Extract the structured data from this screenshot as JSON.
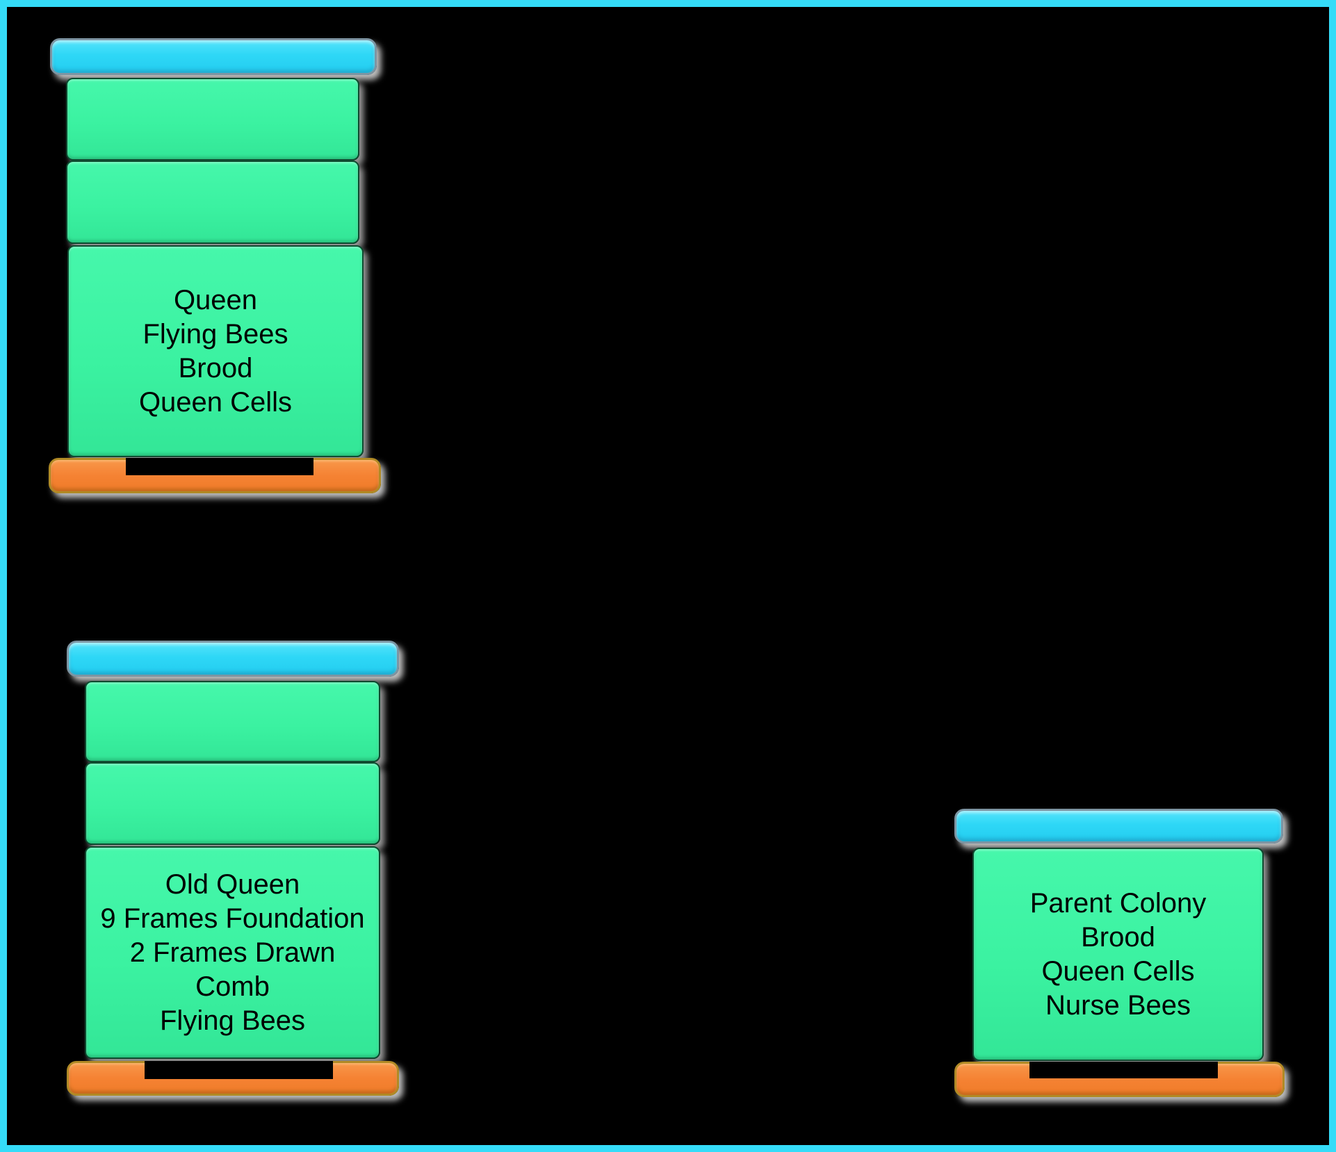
{
  "canvas": {
    "background": "#000000",
    "frame_color": "#35dcf8"
  },
  "colors": {
    "canvas_bg": "#000000",
    "frame": "#35dcf8",
    "lid": "#2ed7f6",
    "lid_border": "#7d95a3",
    "box": "#3bf2a1",
    "box_border": "#0d4a2f",
    "base": "#f58233",
    "base_border": "#b08a25",
    "entrance": "#000000",
    "label": "#000000"
  },
  "hives": [
    {
      "id": "hive-top-left",
      "empty_supers": 2,
      "label_lines": [
        "Queen",
        "Flying Bees",
        "Brood",
        "Queen Cells"
      ]
    },
    {
      "id": "hive-bottom-left",
      "empty_supers": 2,
      "label_lines": [
        "Old Queen",
        "9 Frames Foundation",
        "2 Frames Drawn",
        "Comb",
        "Flying Bees"
      ]
    },
    {
      "id": "hive-right",
      "empty_supers": 0,
      "label_lines": [
        "Parent Colony",
        "Brood",
        "Queen Cells",
        "Nurse Bees"
      ]
    }
  ]
}
